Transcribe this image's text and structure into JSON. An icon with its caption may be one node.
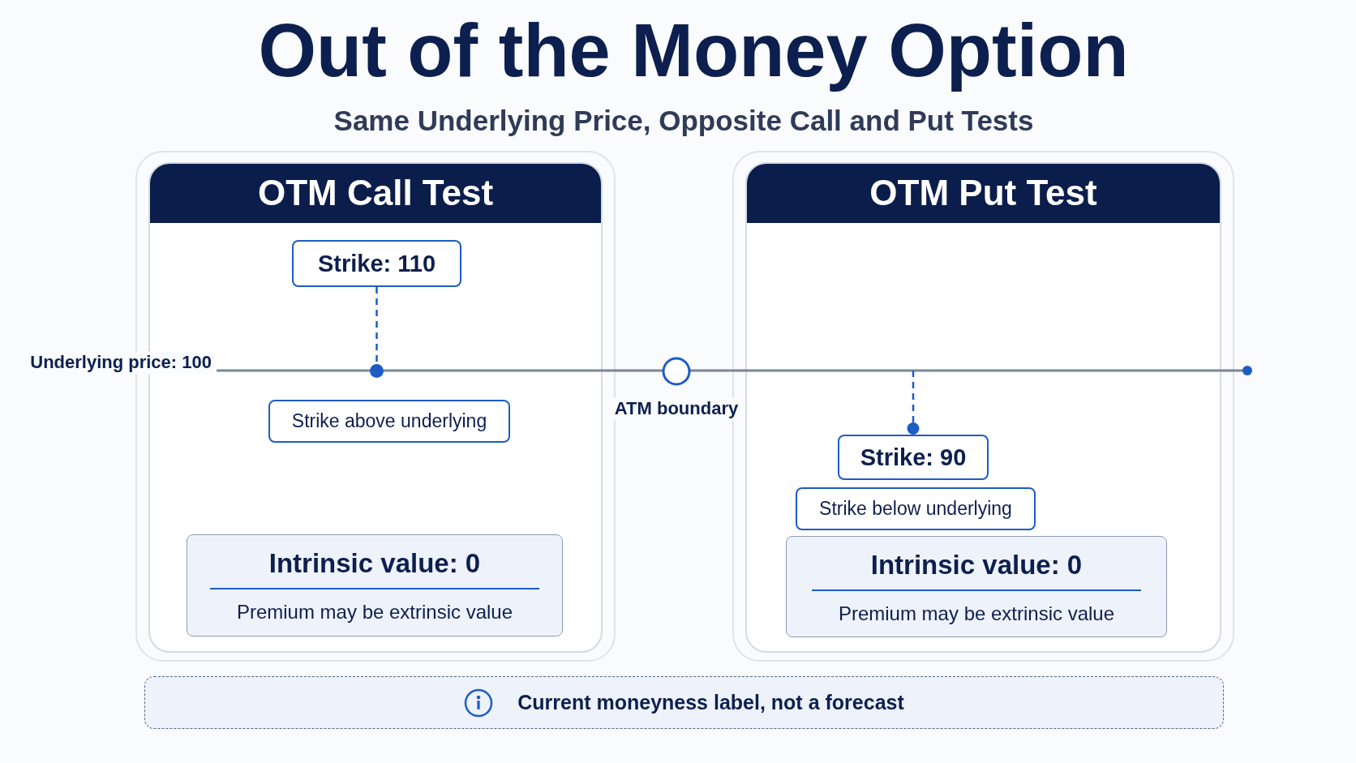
{
  "diagram": {
    "title": "Out of the Money Option",
    "nodes": [
      {
        "text": [
          "OTM Call Test"
        ]
      },
      {
        "text": [
          "Strike: 110"
        ],
        "in": 0
      },
      {
        "text": [],
        "shape": "circle",
        "in": 0
      },
      {
        "text": [
          "Strike above underlying"
        ],
        "in": 0
      },
      {
        "text": [
          "Intrinsic value: 0",
          "Premium may be extrinsic value"
        ],
        "in": 0
      },
      {
        "text": [
          "OTM Put Test"
        ]
      },
      {
        "text": [
          "Strike: 90"
        ],
        "in": 5
      },
      {
        "text": [
          "Strike below underlying"
        ],
        "in": 5
      },
      {
        "text": [
          "Intrinsic value: 0",
          "Premium may be extrinsic value"
        ],
        "in": 5
      },
      {
        "text": [
          "Current moneyness label, not a forecast"
        ]
      }
    ],
    "edges": [
      {
        "from": 1,
        "to": 2,
        "arrow": "none",
        "style": "dashed"
      },
      {
        "from": null,
        "to": 6,
        "arrow": "other",
        "style": "dashed"
      }
    ],
    "labels": [
      "Same Underlying Price, Opposite Call and Put Tests",
      "Underlying price: 100",
      "ATM boundary"
    ]
  }
}
